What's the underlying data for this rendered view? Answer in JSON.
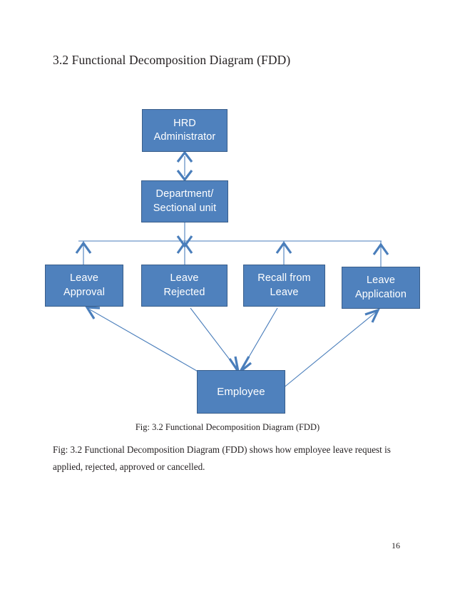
{
  "document": {
    "heading": "3.2 Functional Decomposition Diagram (FDD)",
    "figure_caption": "Fig: 3.2 Functional Decomposition Diagram (FDD)",
    "body_line_1": "Fig: 3.2 Functional Decomposition Diagram (FDD) shows how employee leave request is",
    "body_line_2": "applied, rejected, approved or cancelled.",
    "page_number": "16"
  },
  "diagram": {
    "type": "functional-decomposition-diagram",
    "colors": {
      "node_fill": "#4f81bd",
      "node_border": "#385d8a",
      "node_text": "#ffffff",
      "connector": "#4a7ebb",
      "page_background": "#ffffff",
      "text": "#231f20"
    },
    "nodes": [
      {
        "id": "hrd-administrator",
        "label": "HRD\nAdministrator",
        "level": 1
      },
      {
        "id": "department-sectional-unit",
        "label": "Department/\nSectional unit",
        "level": 2
      },
      {
        "id": "leave-approval",
        "label": "Leave\nApproval",
        "level": 3
      },
      {
        "id": "leave-rejected",
        "label": "Leave\nRejected",
        "level": 3
      },
      {
        "id": "recall-from-leave",
        "label": "Recall from\nLeave",
        "level": 3
      },
      {
        "id": "leave-application",
        "label": "Leave\nApplication",
        "level": 3
      },
      {
        "id": "employee",
        "label": "Employee",
        "level": 4
      }
    ],
    "connectors": [
      {
        "from": "hrd-administrator",
        "to": "department-sectional-unit",
        "style": "bidirectional"
      },
      {
        "from": "department-sectional-unit",
        "to": "distribution-bus",
        "style": "arrow-down"
      },
      {
        "from": "distribution-bus",
        "to": "leave-approval",
        "style": "arrow-up"
      },
      {
        "from": "distribution-bus",
        "to": "leave-rejected",
        "style": "arrow-up"
      },
      {
        "from": "distribution-bus",
        "to": "recall-from-leave",
        "style": "arrow-up"
      },
      {
        "from": "distribution-bus",
        "to": "leave-application",
        "style": "arrow-up"
      },
      {
        "from": "employee",
        "to": "leave-approval",
        "style": "arrow"
      },
      {
        "from": "leave-rejected",
        "to": "employee",
        "style": "arrow"
      },
      {
        "from": "recall-from-leave",
        "to": "employee",
        "style": "arrow"
      },
      {
        "from": "employee",
        "to": "leave-application",
        "style": "arrow"
      }
    ]
  }
}
